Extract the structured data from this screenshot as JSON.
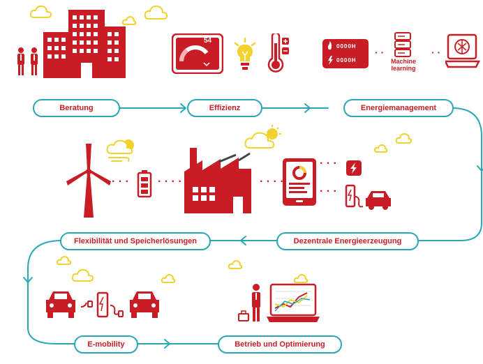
{
  "steps": {
    "beratung": "Beratung",
    "effizienz": "Effizienz",
    "energiemanagement": "Energiemanagement",
    "dezentrale": "Dezentrale Energieerzeugung",
    "flexibilitaet": "Flexibilität und Speicherlösungen",
    "emobility": "E-mobility",
    "betrieb": "Betrieb und Optimierung"
  },
  "labels": {
    "gauge_value": "54",
    "machine_learning_line1": "Machine",
    "machine_learning_line2": "learning",
    "meter_digits_1": "0000H",
    "meter_digits_2": "0000H"
  },
  "colors": {
    "brand_red": "#c81d25",
    "flow_teal": "#2aa7b5",
    "accent_yellow": "#f2d22e"
  }
}
